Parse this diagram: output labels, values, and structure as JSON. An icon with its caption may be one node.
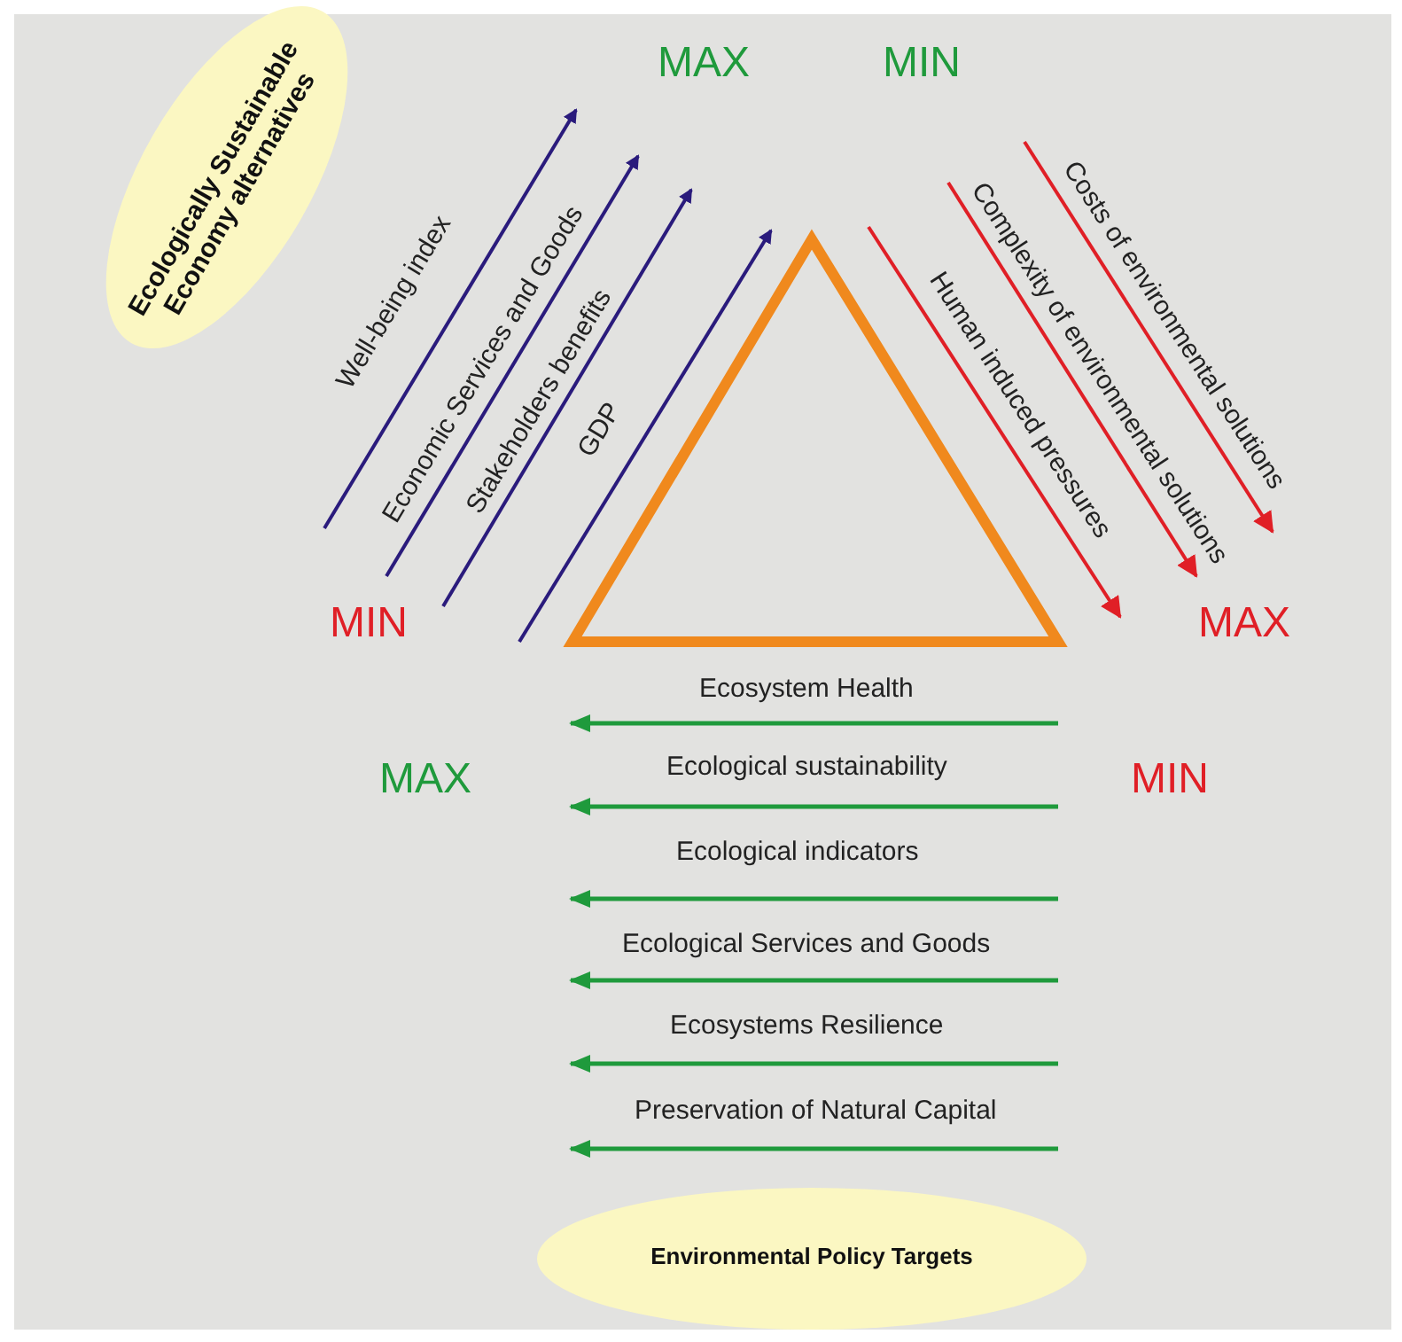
{
  "diagram": {
    "nodes": [
      {
        "text": [
          "Ecologically Sustainable Economy alternatives"
        ]
      },
      {
        "text": [],
        "shape": "triangle"
      },
      {
        "text": [
          "Environmental Policy Targets"
        ]
      }
    ],
    "labels": [
      "MAX",
      "MIN",
      "Well-being index",
      "Economic Services and Goods",
      "Stakeholders benefits",
      "GDP",
      "Human induced pressures",
      "Complexity of environmental solutions",
      "Costs of environmental solutions",
      "MIN",
      "MAX",
      "MAX",
      "MIN",
      "Ecosystem Health",
      "Ecological sustainability",
      "Ecological indicators",
      "Ecological Services and Goods",
      "Ecosystems Resilience",
      "Preservation of Natural Capital"
    ]
  }
}
